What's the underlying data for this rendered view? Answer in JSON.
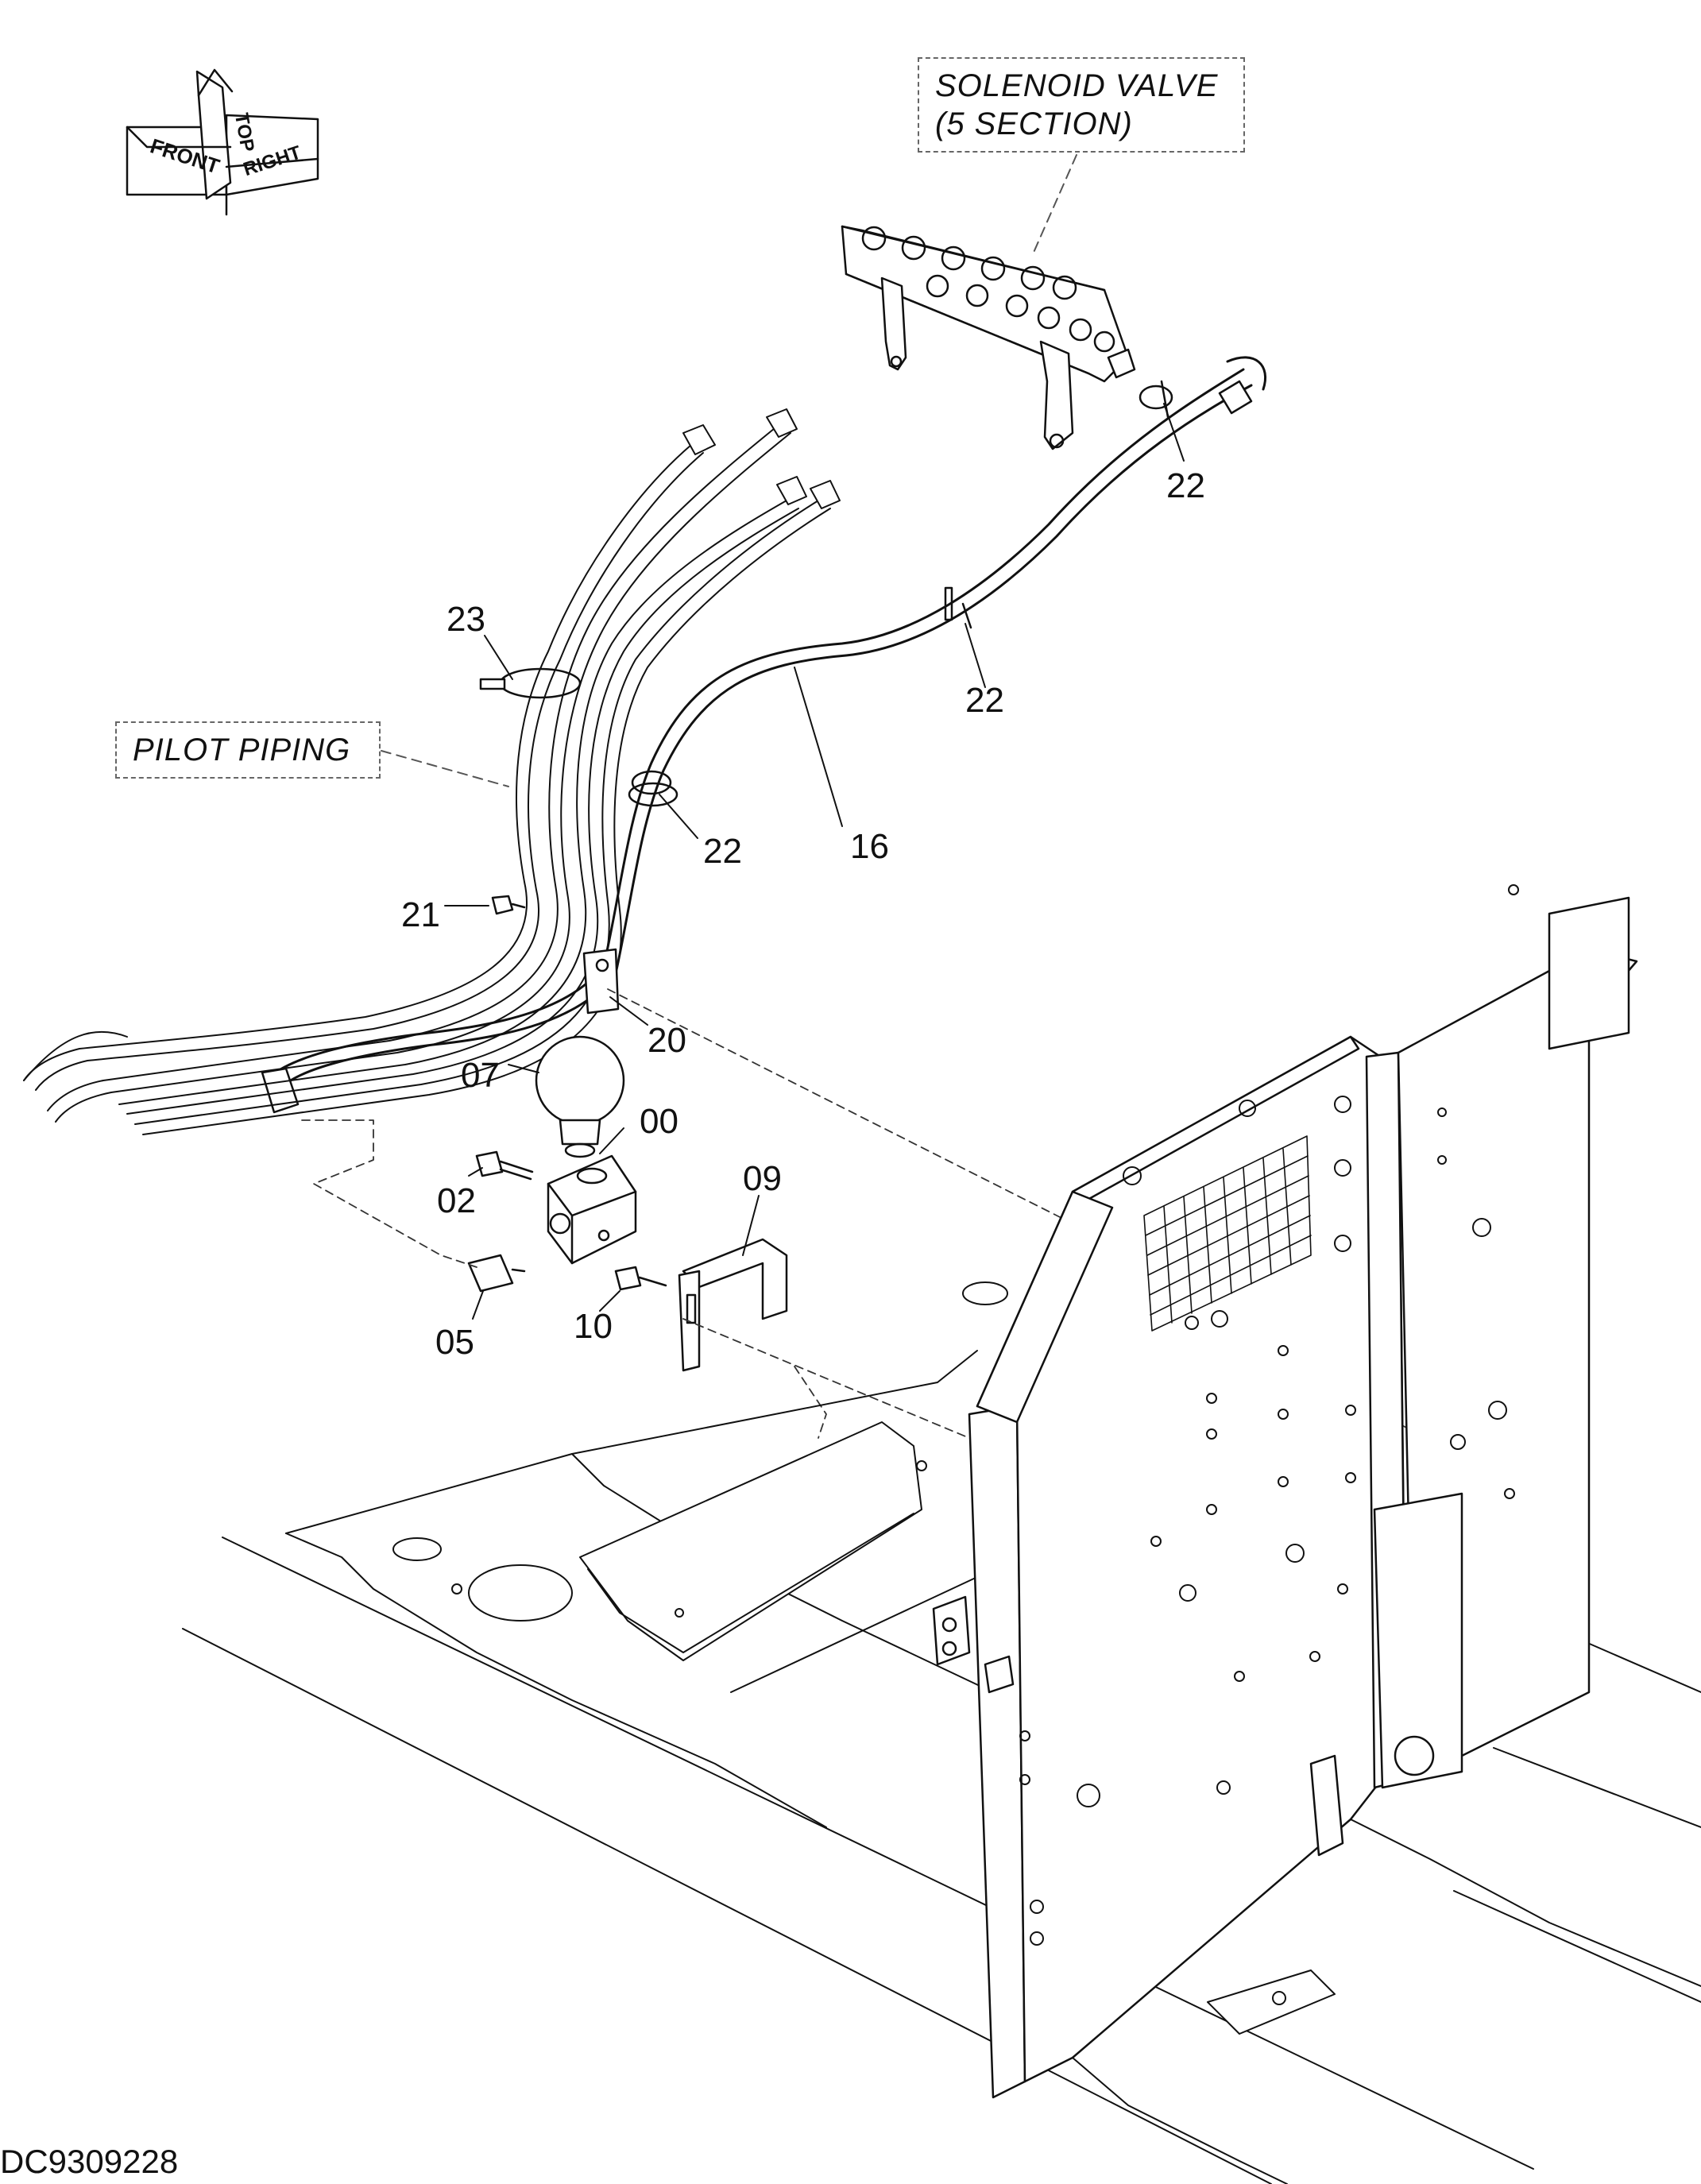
{
  "notes": {
    "solenoid_valve": [
      "SOLENOID VALVE",
      "(5 SECTION)"
    ],
    "pilot_piping": "PILOT PIPING"
  },
  "orientation": {
    "front": "FRONT",
    "top": "TOP",
    "right": "RIGHT"
  },
  "callouts": [
    "22",
    "22",
    "23",
    "22",
    "16",
    "21",
    "20",
    "07",
    "00",
    "02",
    "09",
    "05",
    "10"
  ],
  "drawing_code": "DC9309228"
}
